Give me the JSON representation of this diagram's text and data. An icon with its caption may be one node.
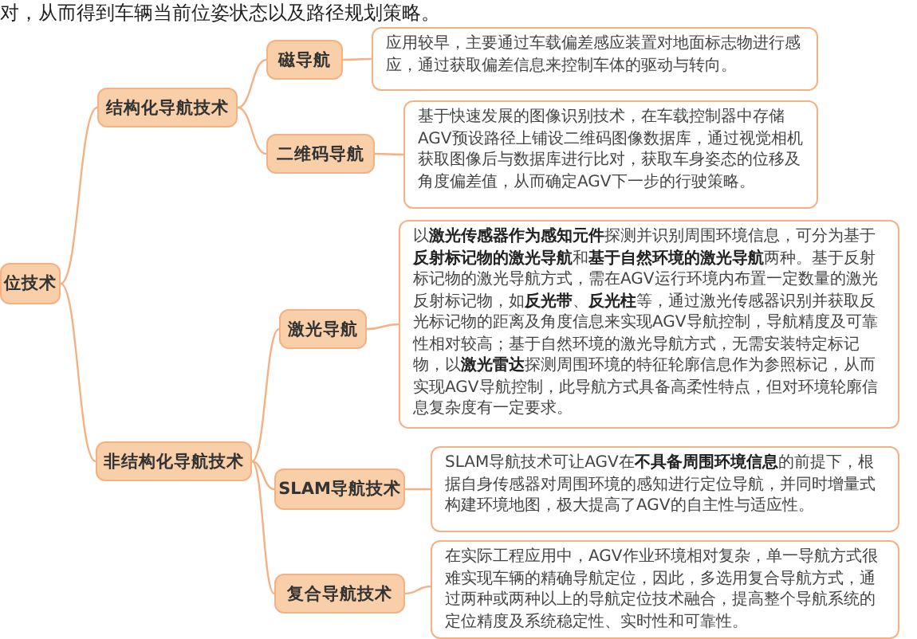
{
  "diagram": {
    "nodes": [
      {
        "text": [
          "位技术"
        ]
      },
      {
        "text": [
          "结构化导航技术"
        ]
      },
      {
        "text": [
          "磁导航"
        ]
      },
      {
        "text": [
          "应用较早，主要通过车载偏差感应装置对地面标志物进行感应，通过获取偏差信息来控制车体的驱动与转向。"
        ]
      },
      {
        "text": [
          "二维码导航"
        ]
      },
      {
        "text": [
          "基于快速发展的图像识别技术，在车载控制器中存储AGV预设路径上铺设二维码图像数据库，通过视觉相机获取图像后与数据库进行比对，获取车身姿态的位移及角度偏差值，从而确定AGV下一步的行驶策略。"
        ]
      },
      {
        "text": [
          "非结构化导航技术"
        ]
      },
      {
        "text": [
          "激光导航"
        ]
      },
      {
        "text": [
          "以**激光传感器作为感知元件**探测并识别周围环境信息，可分为基于**反射标记物的激光导航**和**基于自然环境的激光导航**两种。基于反射标记物的激光导航方式，需在AGV运行环境内布置一定数量的激光反射标记物，如**反光带**、**反光柱**等，通过激光传感器识别并获取反光标记物的距离及角度信息来实现AGV导航控制，导航精度及可靠性相对较高；基于自然环境的激光导航方式，无需安装特定标记物，以**激光雷达**探测周围环境的特征轮廓信息作为参照标记，从而实现AGV导航控制，此导航方式具备高柔性特点，但对环境轮廓信息复杂度有一定要求。"
        ]
      },
      {
        "text": [
          "SLAM导航技术"
        ]
      },
      {
        "text": [
          "SLAM导航技术可让AGV在**不具备周围环境信息**的前提下，根据自身传感器对周围环境的感知进行定位导航，并同时增量式构建环境地图，极大提高了AGV的自主性与适应性。"
        ]
      },
      {
        "text": [
          "复合导航技术"
        ]
      },
      {
        "text": [
          "在实际工程应用中，AGV作业环境相对复杂，单一导航方式很难实现车辆的精确导航定位，因此，多选用复合导航方式，通过两种或两种以上的导航定位技术融合，提高整个导航系统的定位精度及系统稳定性、实时性和可靠性。"
        ]
      }
    ],
    "edges": [
      {
        "from": 0,
        "to": 1,
        "arrow": "none"
      },
      {
        "from": 1,
        "to": 2,
        "arrow": "none"
      },
      {
        "from": 2,
        "to": 3,
        "arrow": "none"
      },
      {
        "from": 1,
        "to": 4,
        "arrow": "none"
      },
      {
        "from": 4,
        "to": 5,
        "arrow": "none"
      },
      {
        "from": 0,
        "to": 6,
        "arrow": "none"
      },
      {
        "from": 6,
        "to": 7,
        "arrow": "none"
      },
      {
        "from": 7,
        "to": 8,
        "arrow": "none"
      },
      {
        "from": 6,
        "to": 9,
        "arrow": "none"
      },
      {
        "from": 9,
        "to": 10,
        "arrow": "none"
      },
      {
        "from": 6,
        "to": 11,
        "arrow": "none"
      },
      {
        "from": 11,
        "to": 12,
        "arrow": "none"
      }
    ],
    "labels": [
      "对，从而得到车辆当前位姿状态以及路径规划策略。"
    ]
  }
}
